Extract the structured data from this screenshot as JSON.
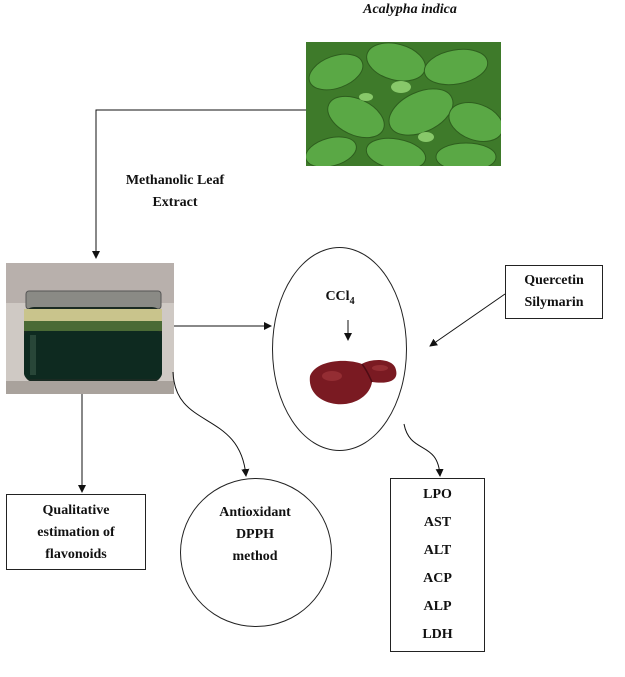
{
  "plant": {
    "name": "Acalypha indica"
  },
  "extract_label": {
    "line1": "Methanolic Leaf",
    "line2": "Extract"
  },
  "treatment_circle": {
    "toxin_prefix": "CCl",
    "toxin_subscript": "4"
  },
  "protectants": {
    "line1": "Quercetin",
    "line2": "Silymarin"
  },
  "qualitative": {
    "line1": "Qualitative",
    "line2": "estimation of",
    "line3": "flavonoids"
  },
  "antioxidant": {
    "line1": "Antioxidant",
    "line2": "DPPH",
    "line3": "method"
  },
  "markers": [
    "LPO",
    "AST",
    "ALT",
    "ACP",
    "ALP",
    "LDH"
  ],
  "colors": {
    "leaf_green": "#4e9a3a",
    "extract_dark": "#0e2a20",
    "liver_red": "#7a1a22"
  }
}
